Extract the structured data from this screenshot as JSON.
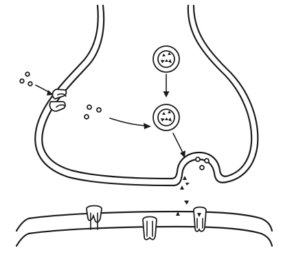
{
  "figure": {
    "kind": "synapse-diagram",
    "line_color": "#1a1a1a",
    "background": "#ffffff",
    "parts": [
      "presynaptic-terminal",
      "synaptic-vesicle",
      "recycled-vesicle",
      "reuptake-transporter",
      "exocytosis-site",
      "synaptic-cleft",
      "postsynaptic-membrane",
      "postsynaptic-receptor"
    ]
  }
}
